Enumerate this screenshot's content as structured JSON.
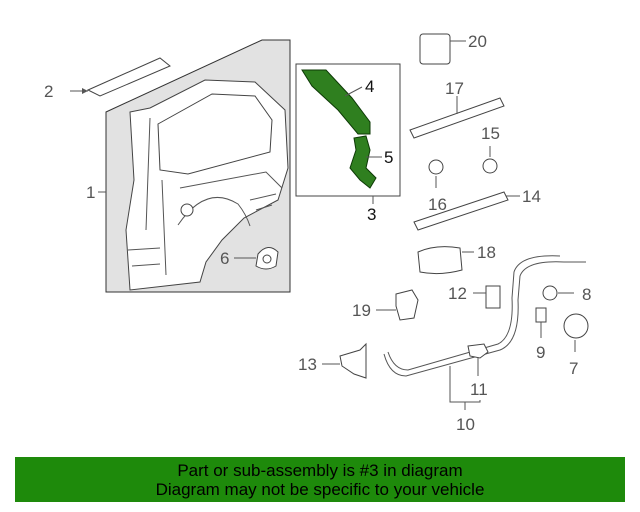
{
  "callouts": {
    "c1": "1",
    "c2": "2",
    "c3": "3",
    "c4": "4",
    "c5": "5",
    "c6": "6",
    "c7": "7",
    "c8": "8",
    "c9": "9",
    "c10": "10",
    "c11": "11",
    "c12": "12",
    "c13": "13",
    "c14": "14",
    "c15": "15",
    "c16": "16",
    "c17": "17",
    "c18": "18",
    "c19": "19",
    "c20": "20"
  },
  "banner": {
    "line1": "Part or sub-assembly is #3 in diagram",
    "line2": "Diagram may not be specific to your vehicle",
    "color": "#1e8a0b"
  },
  "highlight_color": "#2f7f1f"
}
